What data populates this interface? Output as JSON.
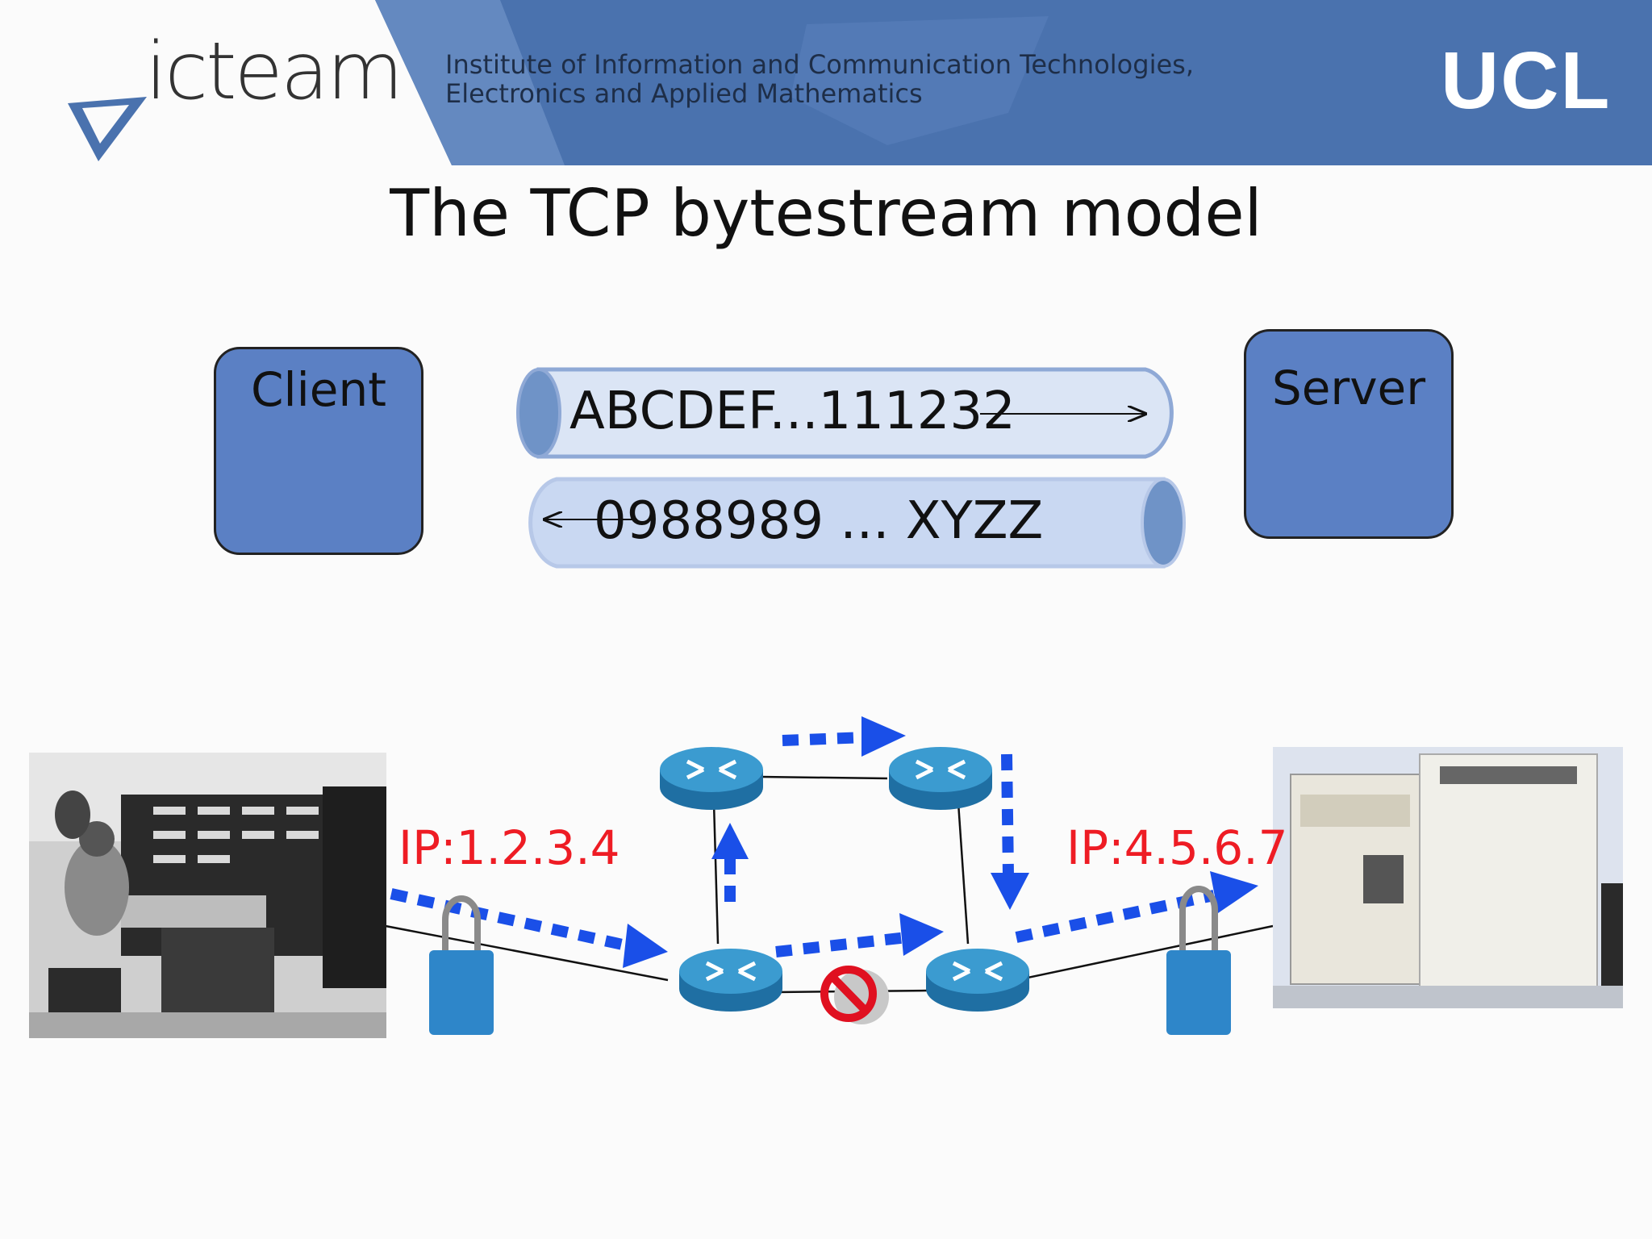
{
  "header": {
    "logo": "icteam",
    "institute_line1": "Institute of Information and Communication Technologies,",
    "institute_line2": "Electronics and Applied Mathematics",
    "university": "UCL"
  },
  "title": "The TCP bytestream model",
  "client_label": "Client",
  "server_label": "Server",
  "stream_forward": "ABCDEF...111232",
  "stream_backward": "0988989 ... XYZZ",
  "ip_left": "IP:1.2.3.4",
  "ip_right": "IP:4.5.6.7",
  "colors": {
    "header_blue": "#4a72ae",
    "box_blue": "#5b80c4",
    "pipe_fill": "#d7e2f5",
    "arrow_blue": "#1a4fe8",
    "ip_red": "#ee1c24",
    "router_blue": "#2f8fc4"
  },
  "icons": [
    "icteam-logo-mark-icon",
    "router-icon",
    "padlock-icon",
    "blocked-link-icon",
    "arrow-icon"
  ]
}
